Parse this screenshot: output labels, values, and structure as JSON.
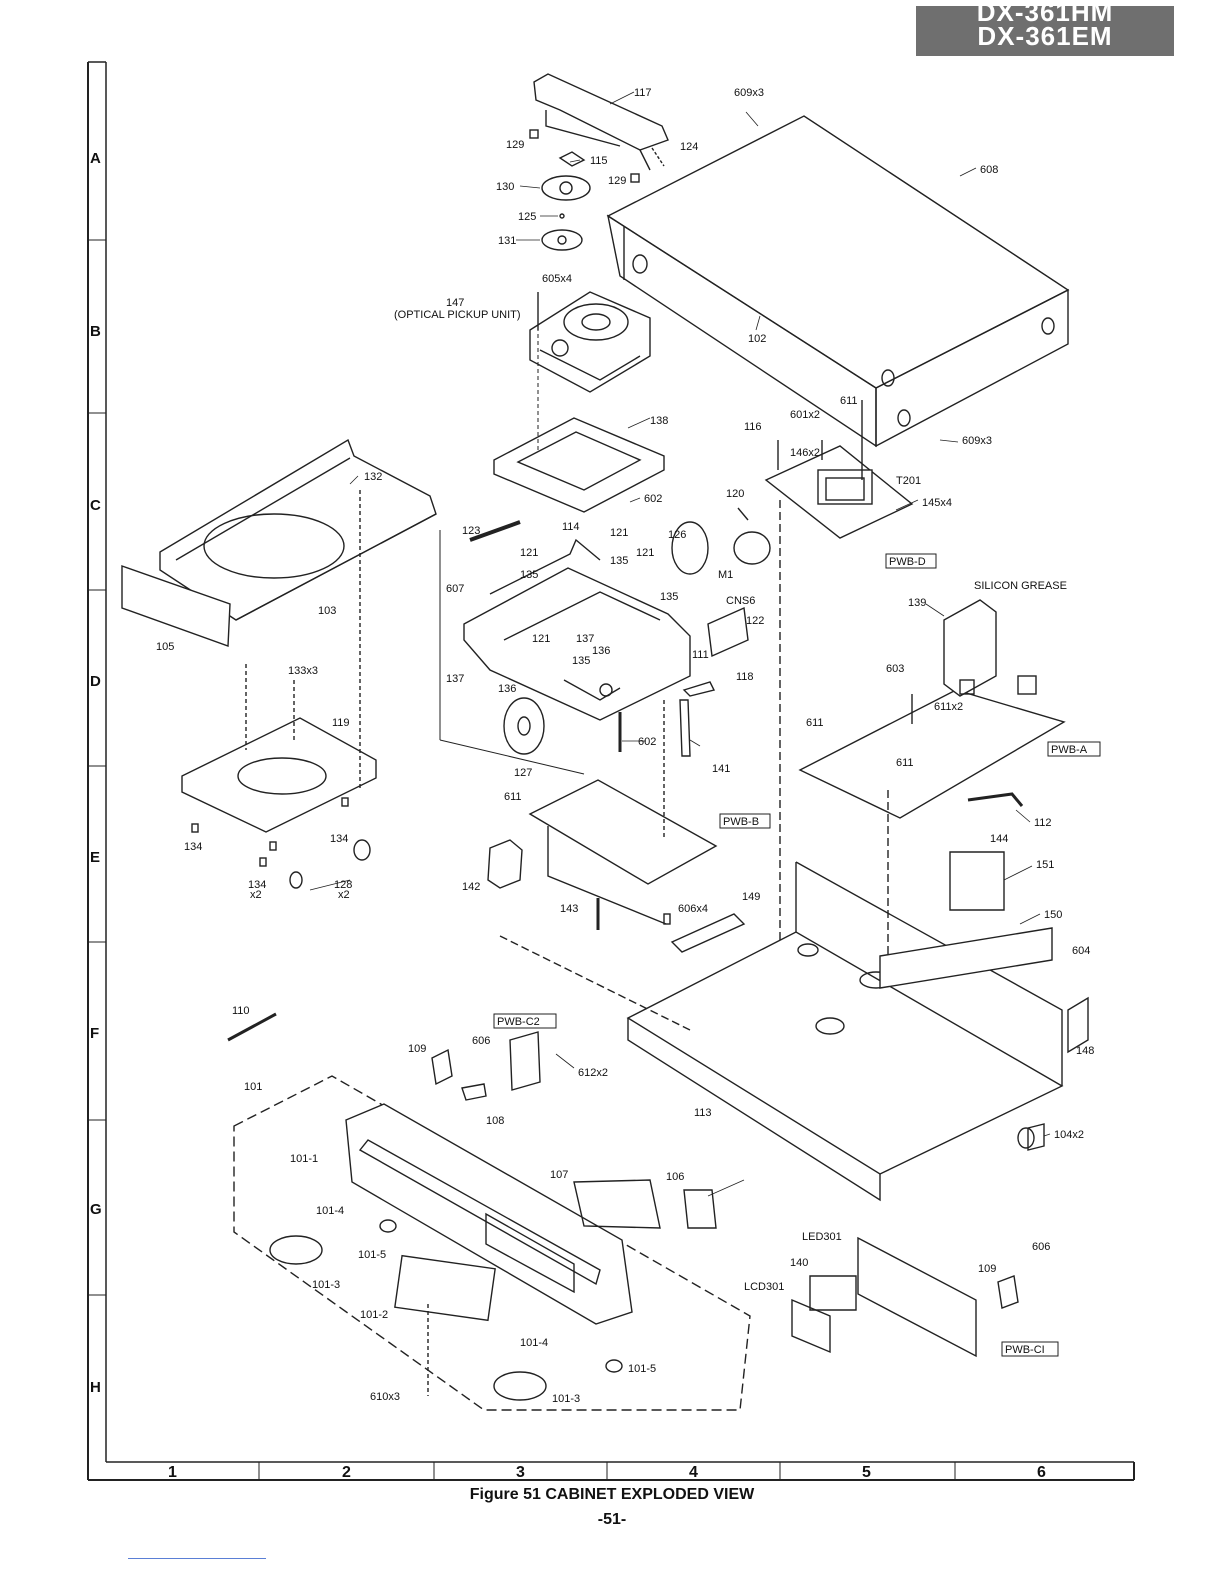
{
  "header": {
    "models": [
      "DX-361HM",
      "DX-361EM"
    ]
  },
  "figure": {
    "caption": "Figure 51 CABINET EXPLODED VIEW",
    "page_number": "-51-"
  },
  "grid": {
    "rows": [
      "A",
      "B",
      "C",
      "D",
      "E",
      "F",
      "G",
      "H"
    ],
    "columns": [
      "1",
      "2",
      "3",
      "4",
      "5",
      "6"
    ]
  },
  "parts": [
    {
      "id": "p117",
      "label": "117"
    },
    {
      "id": "p609a",
      "label": "609x3"
    },
    {
      "id": "p129a",
      "label": "129"
    },
    {
      "id": "p124",
      "label": "124"
    },
    {
      "id": "p115",
      "label": "115"
    },
    {
      "id": "p129b",
      "label": "129"
    },
    {
      "id": "p130",
      "label": "130"
    },
    {
      "id": "p608",
      "label": "608"
    },
    {
      "id": "p125",
      "label": "125"
    },
    {
      "id": "p131",
      "label": "131"
    },
    {
      "id": "p605",
      "label": "605x4"
    },
    {
      "id": "p147",
      "label": "147"
    },
    {
      "id": "p147b",
      "label": "(OPTICAL PICKUP UNIT)"
    },
    {
      "id": "p102",
      "label": "102"
    },
    {
      "id": "p611a",
      "label": "611"
    },
    {
      "id": "p601",
      "label": "601x2"
    },
    {
      "id": "p116",
      "label": "116"
    },
    {
      "id": "p609b",
      "label": "609x3"
    },
    {
      "id": "p138",
      "label": "138"
    },
    {
      "id": "p146",
      "label": "146x2"
    },
    {
      "id": "p132",
      "label": "132"
    },
    {
      "id": "pT201",
      "label": "T201"
    },
    {
      "id": "p120",
      "label": "120"
    },
    {
      "id": "p145",
      "label": "145x4"
    },
    {
      "id": "p602a",
      "label": "602"
    },
    {
      "id": "p114",
      "label": "114"
    },
    {
      "id": "p123",
      "label": "123"
    },
    {
      "id": "p121a",
      "label": "121"
    },
    {
      "id": "p126",
      "label": "126"
    },
    {
      "id": "p121b",
      "label": "121"
    },
    {
      "id": "p135a",
      "label": "135"
    },
    {
      "id": "p121c",
      "label": "121"
    },
    {
      "id": "pM1",
      "label": "M1"
    },
    {
      "id": "pSG",
      "label": "SILICON GREASE"
    },
    {
      "id": "p607",
      "label": "607"
    },
    {
      "id": "p135b",
      "label": "135"
    },
    {
      "id": "p135c",
      "label": "135"
    },
    {
      "id": "pCNS6",
      "label": "CNS6"
    },
    {
      "id": "p103",
      "label": "103"
    },
    {
      "id": "p139",
      "label": "139"
    },
    {
      "id": "p122",
      "label": "122"
    },
    {
      "id": "p121d",
      "label": "121"
    },
    {
      "id": "p137a",
      "label": "137"
    },
    {
      "id": "p136a",
      "label": "136"
    },
    {
      "id": "p111",
      "label": "111"
    },
    {
      "id": "p105",
      "label": "105"
    },
    {
      "id": "p135d",
      "label": "135"
    },
    {
      "id": "p133",
      "label": "133x3"
    },
    {
      "id": "p603",
      "label": "603"
    },
    {
      "id": "p137b",
      "label": "137"
    },
    {
      "id": "p118",
      "label": "118"
    },
    {
      "id": "p136b",
      "label": "136"
    },
    {
      "id": "p119",
      "label": "119"
    },
    {
      "id": "p611b",
      "label": "611x2"
    },
    {
      "id": "p611c",
      "label": "611"
    },
    {
      "id": "p602b",
      "label": "602"
    },
    {
      "id": "p141",
      "label": "141"
    },
    {
      "id": "p127",
      "label": "127"
    },
    {
      "id": "p611d",
      "label": "611"
    },
    {
      "id": "p611e",
      "label": "611"
    },
    {
      "id": "p112",
      "label": "112"
    },
    {
      "id": "p144",
      "label": "144"
    },
    {
      "id": "p134a",
      "label": "134"
    },
    {
      "id": "p134b",
      "label": "134"
    },
    {
      "id": "p134c",
      "label": "134"
    },
    {
      "id": "p134x",
      "label": "x2"
    },
    {
      "id": "p128",
      "label": "128"
    },
    {
      "id": "p128x",
      "label": "x2"
    },
    {
      "id": "p142",
      "label": "142"
    },
    {
      "id": "p151",
      "label": "151"
    },
    {
      "id": "p149",
      "label": "149"
    },
    {
      "id": "p606a",
      "label": "606x4"
    },
    {
      "id": "p143",
      "label": "143"
    },
    {
      "id": "p150",
      "label": "150"
    },
    {
      "id": "p604",
      "label": "604"
    },
    {
      "id": "p110",
      "label": "110"
    },
    {
      "id": "p109a",
      "label": "109"
    },
    {
      "id": "p606b",
      "label": "606"
    },
    {
      "id": "p148",
      "label": "148"
    },
    {
      "id": "p612",
      "label": "612x2"
    },
    {
      "id": "p101",
      "label": "101"
    },
    {
      "id": "p108",
      "label": "108"
    },
    {
      "id": "p113",
      "label": "113"
    },
    {
      "id": "p104",
      "label": "104x2"
    },
    {
      "id": "p101-1",
      "label": "101-1"
    },
    {
      "id": "p107",
      "label": "107"
    },
    {
      "id": "p106",
      "label": "106"
    },
    {
      "id": "p101-4a",
      "label": "101-4"
    },
    {
      "id": "pLED301",
      "label": "LED301"
    },
    {
      "id": "p606c",
      "label": "606"
    },
    {
      "id": "p101-5a",
      "label": "101-5"
    },
    {
      "id": "p140",
      "label": "140"
    },
    {
      "id": "p109b",
      "label": "109"
    },
    {
      "id": "p101-3a",
      "label": "101-3"
    },
    {
      "id": "pLCD301",
      "label": "LCD301"
    },
    {
      "id": "p101-2",
      "label": "101-2"
    },
    {
      "id": "p101-4b",
      "label": "101-4"
    },
    {
      "id": "p101-5b",
      "label": "101-5"
    },
    {
      "id": "p610",
      "label": "610x3"
    },
    {
      "id": "p101-3b",
      "label": "101-3"
    }
  ],
  "boards": [
    {
      "id": "PWB-D",
      "label": "PWB-D"
    },
    {
      "id": "PWB-A",
      "label": "PWB-A"
    },
    {
      "id": "PWB-B",
      "label": "PWB-B"
    },
    {
      "id": "PWB-C2",
      "label": "PWB-C2"
    },
    {
      "id": "PWB-C1",
      "label": "PWB-CI"
    }
  ]
}
